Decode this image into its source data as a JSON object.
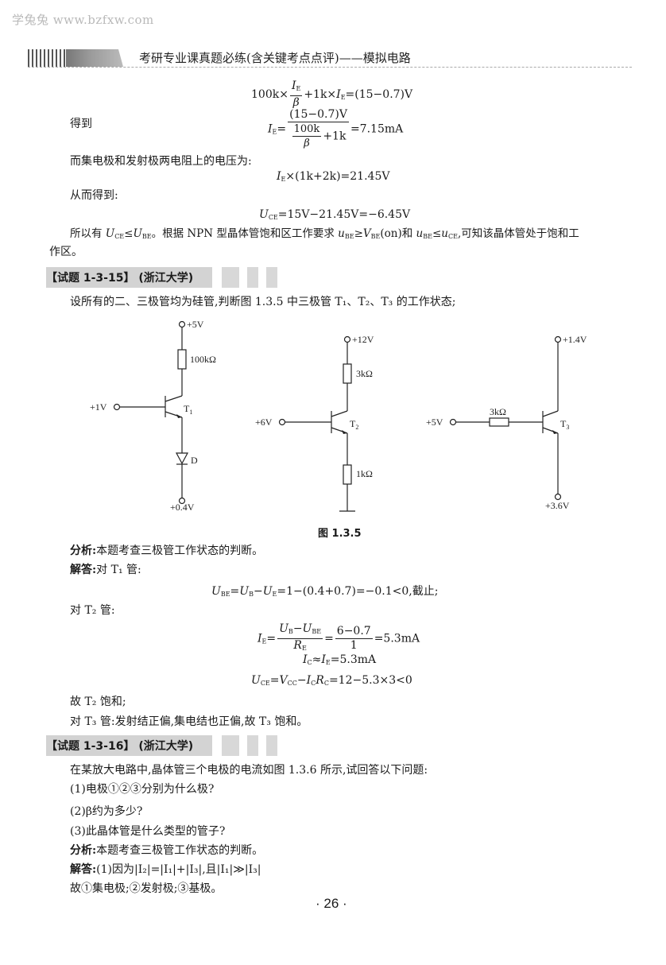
{
  "watermark": "学兔兔 www.bzfxw.com",
  "header": {
    "title": "考研专业课真题必练(含关键考点点评)——模拟电路"
  },
  "part1": {
    "eq1": {
      "lhs_a": "100k×",
      "frac_num": "I",
      "frac_num_sub": "E",
      "frac_den": "β",
      "mid": "+1k×",
      "I": "I",
      "I_sub": "E",
      "rhs": "=(15−0.7)V"
    },
    "label_get": "得到",
    "eq2": {
      "lhs": "I",
      "lhs_sub": "E",
      "eq": "=",
      "num": "(15−0.7)V",
      "den_frac_num": "100k",
      "den_frac_den": "β",
      "den_tail": "+1k",
      "rhs": "=7.15mA"
    },
    "line_voltage": "而集电极和发射极两电阻上的电压为:",
    "eq3": {
      "I": "I",
      "I_sub": "E",
      "rest": "×(1k+2k)=21.45V"
    },
    "line_thus": "从而得到:",
    "eq4": {
      "U": "U",
      "U_sub": "CE",
      "rest": "=15V−21.45V=−6.45V"
    },
    "conclusion_line1": {
      "a": "所以有 ",
      "U1": "U",
      "U1_sub": "CE",
      "b": "≤",
      "U2": "U",
      "U2_sub": "BE",
      "c": "。根据 NPN 型晶体管饱和区工作要求 ",
      "u1": "u",
      "u1_sub": "BE",
      "d": "≥",
      "V": "V",
      "V_sub": "BE",
      "e": "(on)和 ",
      "u2": "u",
      "u2_sub": "BE",
      "f": "≤",
      "u3": "u",
      "u3_sub": "CE",
      "g": ",可知该晶体管处于饱和工"
    },
    "conclusion_line2": "作区。"
  },
  "problem15": {
    "label": "【试题 1-3-15】 (浙江大学)",
    "statement": "设所有的二、三极管均为硅管,判断图 1.3.5 中三极管 T₁、T₂、T₃ 的工作状态;",
    "figure": {
      "caption": "图 1.3.5",
      "circuit1": {
        "vcc": "+5V",
        "resistor": "100kΩ",
        "input": "+1V",
        "transistor": "T",
        "transistor_sub": "1",
        "diode": "D",
        "bottom": "+0.4V"
      },
      "circuit2": {
        "vcc": "+12V",
        "rc": "3kΩ",
        "input": "+6V",
        "transistor": "T",
        "transistor_sub": "2",
        "re": "1kΩ"
      },
      "circuit3": {
        "top": "+1.4V",
        "rb": "3kΩ",
        "input": "+5V",
        "transistor": "T",
        "transistor_sub": "3",
        "bottom": "+3.6V"
      }
    },
    "analysis_label": "分析:",
    "analysis_text": "本题考查三极管工作状态的判断。",
    "answer_label": "解答:",
    "answer_t1_intro": "对 T₁ 管:",
    "eq_t1": {
      "U": "U",
      "U_sub": "BE",
      "a": "=",
      "UB": "U",
      "UB_sub": "B",
      "b": "−",
      "UE": "U",
      "UE_sub": "E",
      "rest": "=1−(0.4+0.7)=−0.1<0,截止;"
    },
    "answer_t2_intro": "对 T₂ 管:",
    "eq_t2_ie": {
      "I": "I",
      "I_sub": "E",
      "num_a": "U",
      "num_a_sub": "B",
      "num_b": "−U",
      "num_b_sub": "BE",
      "den": "R",
      "den_sub": "E",
      "num2": "6−0.7",
      "den2": "1",
      "rhs": "=5.3mA"
    },
    "eq_t2_ic": {
      "IC": "I",
      "IC_sub": "C",
      "approx": "≈",
      "IE": "I",
      "IE_sub": "E",
      "rhs": "=5.3mA"
    },
    "eq_t2_uce": {
      "U": "U",
      "U_sub": "CE",
      "a": "=",
      "V": "V",
      "V_sub": "CC",
      "b": "−",
      "I": "I",
      "I_sub": "C",
      "R": "R",
      "R_sub": "C",
      "rest": "=12−5.3×3<0"
    },
    "t2_conclusion": "故 T₂ 饱和;",
    "t3_conclusion": "对 T₃ 管:发射结正偏,集电结也正偏,故 T₃ 饱和。"
  },
  "problem16": {
    "label": "【试题 1-3-16】 (浙江大学)",
    "statement": "在某放大电路中,晶体管三个电极的电流如图 1.3.6 所示,试回答以下问题:",
    "q1": "(1)电极①②③分别为什么极?",
    "q2": "(2)β约为多少?",
    "q3": "(3)此晶体管是什么类型的管子?",
    "analysis_label": "分析:",
    "analysis_text": "本题考查三极管工作状态的判断。",
    "answer_label": "解答:",
    "answer_line1": "(1)因为|I₂|=|I₁|+|I₃|,且|I₁|≫|I₃|",
    "answer_line2": "故①集电极;②发射极;③基极。"
  },
  "page_number": "· 26 ·"
}
